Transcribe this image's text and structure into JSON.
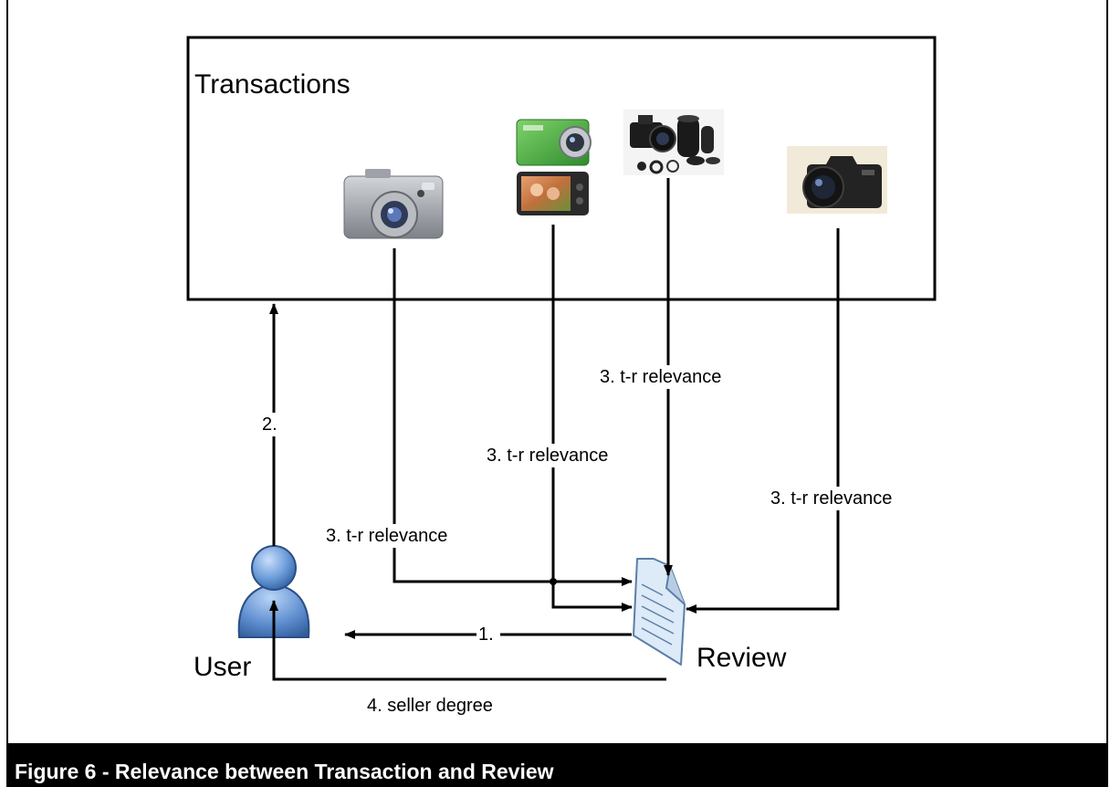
{
  "diagram": {
    "transactions_label": "Transactions",
    "user_label": "User",
    "review_label": "Review",
    "edge_1": "1.",
    "edge_2": "2.",
    "edge_3a": "3. t-r relevance",
    "edge_3b": "3. t-r relevance",
    "edge_3c": "3. t-r relevance",
    "edge_3d": "3. t-r relevance",
    "edge_4": "4. seller degree"
  },
  "caption": "Figure 6 - Relevance between Transaction and Review"
}
